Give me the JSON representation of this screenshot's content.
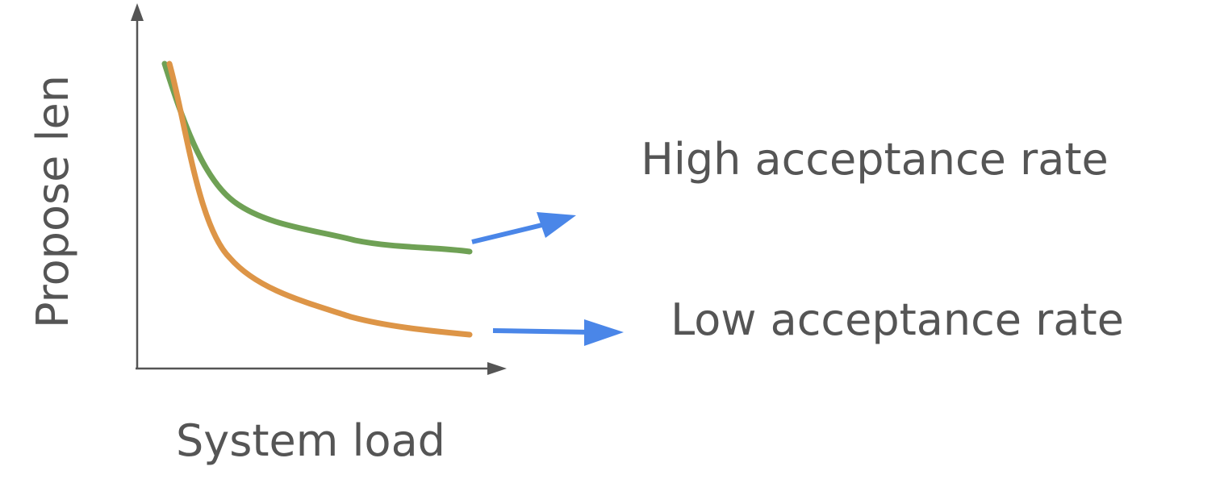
{
  "axes": {
    "x_label": "System load",
    "y_label": "Propose len",
    "color": "#555555"
  },
  "curves": [
    {
      "id": "high",
      "label": "High acceptance rate",
      "color": "#6fa155",
      "arrow_color": "#4a86e8"
    },
    {
      "id": "low",
      "label": "Low acceptance rate",
      "color": "#dd9547",
      "arrow_color": "#4a86e8"
    }
  ]
}
